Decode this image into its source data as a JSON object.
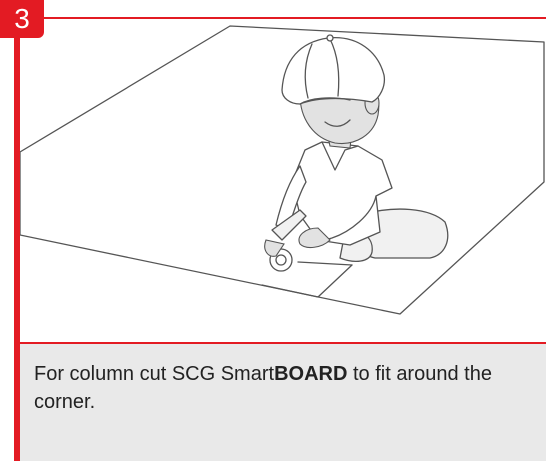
{
  "step": {
    "number": "3"
  },
  "caption": {
    "before": "For column cut SCG Smart",
    "bold": "BOARD",
    "after": " to fit around the corner."
  },
  "illustration": {
    "subject": "worker-cutting-board-icon"
  },
  "colors": {
    "accent": "#e31b23",
    "caption_bg": "#e9e9e9"
  }
}
